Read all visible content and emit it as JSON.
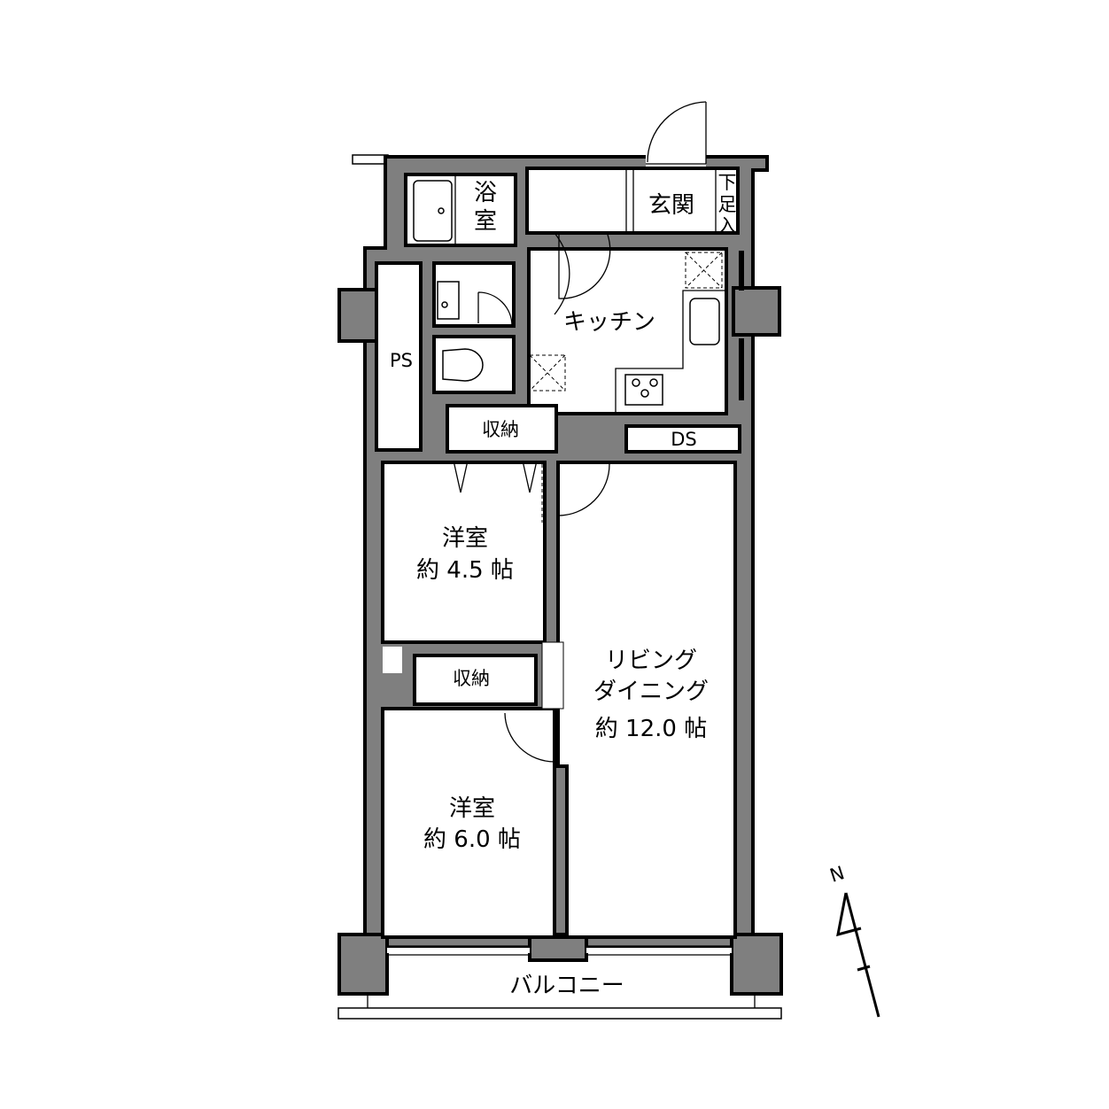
{
  "title": "間取り図",
  "colors": {
    "wall": "#7f7f7f",
    "outline": "#000000",
    "background": "#ffffff"
  },
  "rooms": {
    "bath": [
      "浴",
      "室"
    ],
    "entrance": "玄関",
    "shoe_storage": [
      "下",
      "足",
      "入"
    ],
    "kitchen": "キッチン",
    "ps": "PS",
    "storage_top": "収納",
    "ds": "DS",
    "western_1": {
      "name": "洋室",
      "size": "約 4.5 帖"
    },
    "living": {
      "name_1": "リビング",
      "name_2": "ダイニング",
      "size": "約 12.0 帖"
    },
    "storage_mid": "収納",
    "western_2": {
      "name": "洋室",
      "size": "約 6.0 帖"
    },
    "balcony": "バルコニー"
  },
  "compass": {
    "label": "N"
  }
}
